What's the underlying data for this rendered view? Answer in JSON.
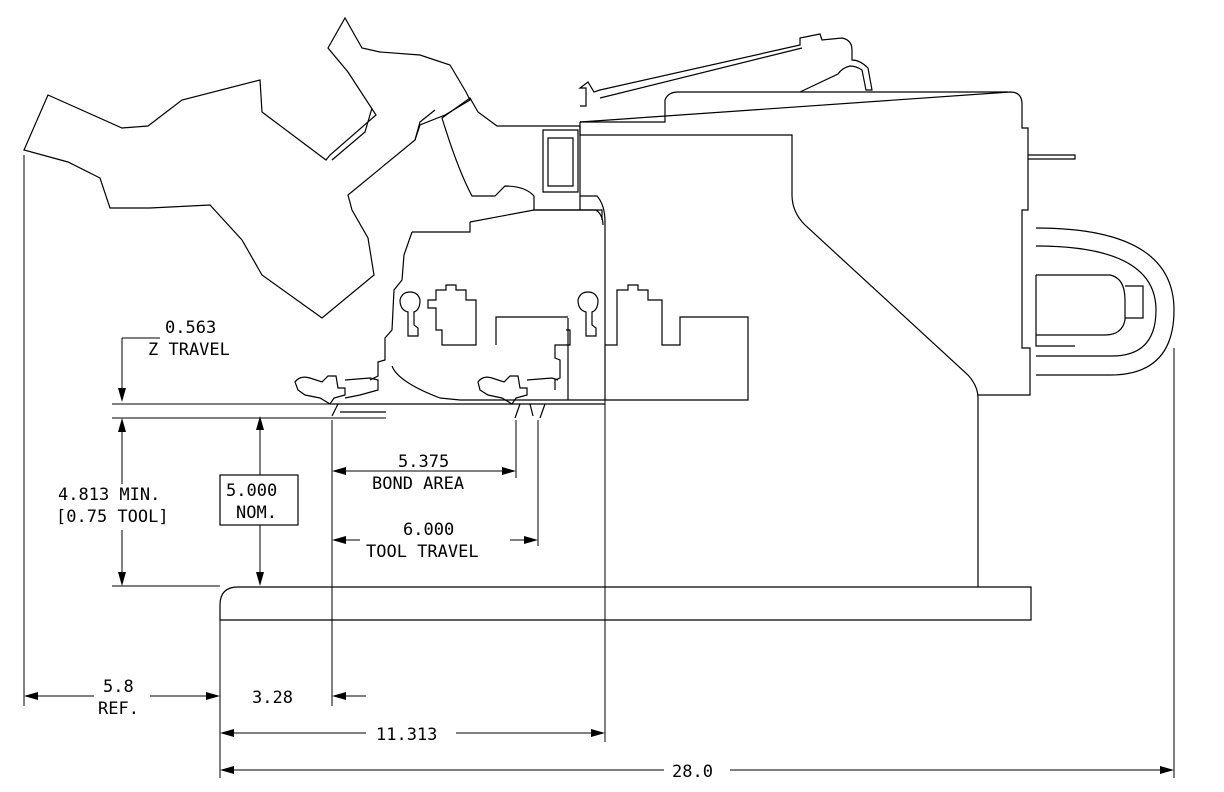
{
  "dimensions": {
    "z_travel_value": "0.563",
    "z_travel_label": "Z TRAVEL",
    "bond_area_value": "5.375",
    "bond_area_label": "BOND AREA",
    "tool_travel_value": "6.000",
    "tool_travel_label": "TOOL TRAVEL",
    "min_height_value": "4.813 MIN.",
    "min_height_note": "[0.75 TOOL]",
    "nominal_value": "5.000",
    "nominal_label": "NOM.",
    "ref_value": "5.8",
    "ref_label": "REF.",
    "offset_value": "3.28",
    "center_value": "11.313",
    "overall_value": "28.0"
  }
}
